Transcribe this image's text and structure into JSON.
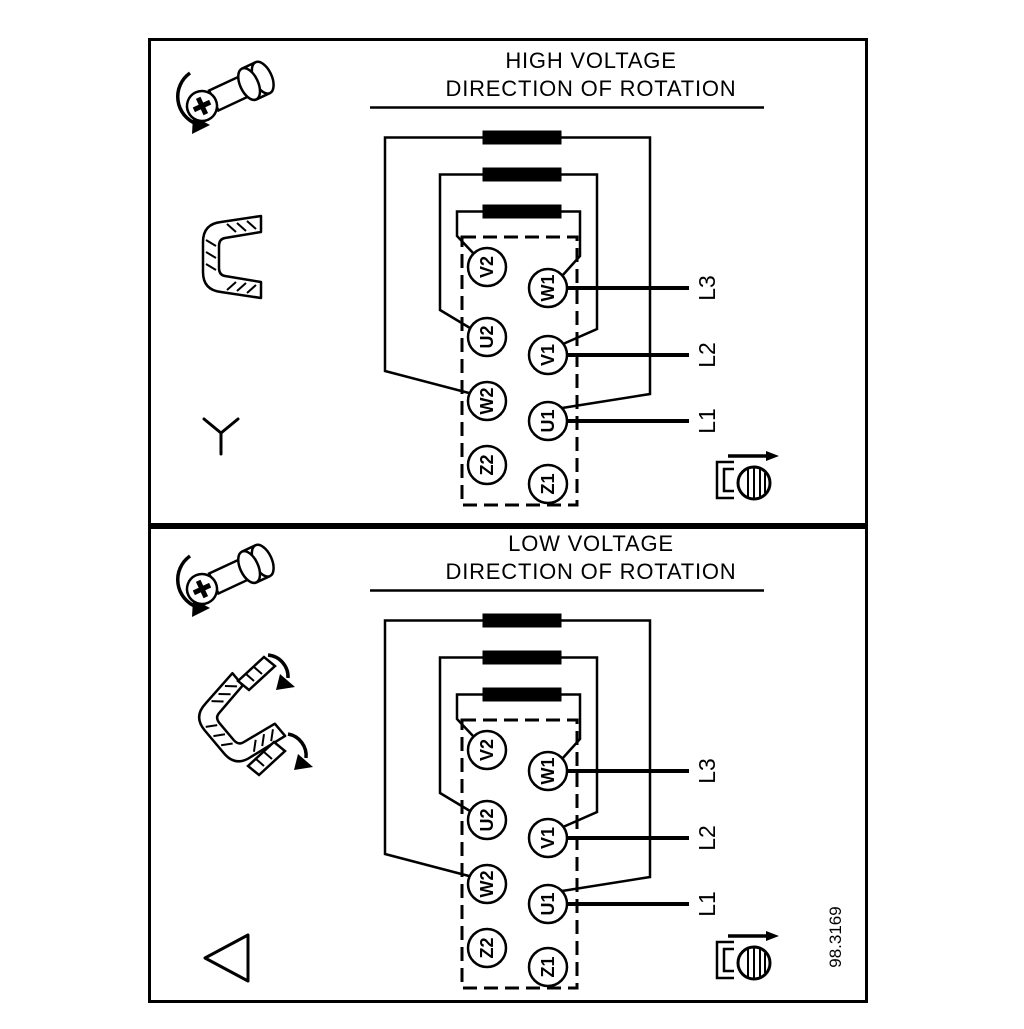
{
  "drawing": {
    "figure_number": "98.3169",
    "panels": [
      {
        "id": "high-voltage",
        "title_line1": "HIGH VOLTAGE",
        "title_line2": "DIRECTION OF ROTATION",
        "connection": "star"
      },
      {
        "id": "low-voltage",
        "title_line1": "LOW VOLTAGE",
        "title_line2": "DIRECTION OF ROTATION",
        "connection": "delta"
      }
    ],
    "terminal_board": {
      "left_terminals": [
        "V2",
        "U2",
        "W2",
        "Z2"
      ],
      "right_terminals": [
        "W1",
        "V1",
        "U1",
        "Z1"
      ],
      "supply_lines": [
        "L3",
        "L2",
        "L1"
      ]
    },
    "icons": {
      "top_left": "terminal-screw-icon",
      "high_voltage_left": "bridge-contact-icon",
      "high_voltage_symbol": "star-connection-symbol",
      "low_voltage_left": "bridge-removal-icon",
      "low_voltage_symbol": "delta-connection-symbol",
      "bottom_right": "rotation-direction-icon"
    },
    "colors": {
      "ink": "#000000",
      "background": "#ffffff"
    }
  }
}
